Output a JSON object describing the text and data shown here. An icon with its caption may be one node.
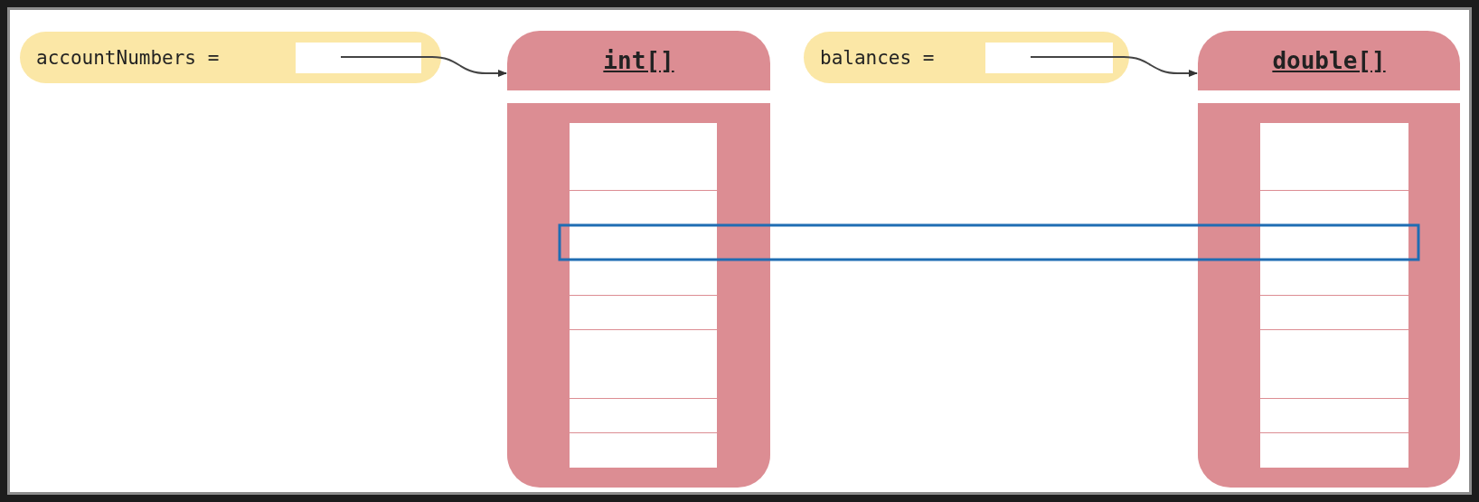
{
  "diagram": {
    "nodes": [
      {
        "text": [
          "accountNumbers ="
        ]
      },
      {
        "text": [],
        "shape": "box",
        "in": 0
      },
      {
        "text": [
          "int[]"
        ]
      },
      {
        "text": [
          "balances ="
        ]
      },
      {
        "text": [],
        "shape": "box",
        "in": 3
      },
      {
        "text": [
          "double[]"
        ]
      }
    ],
    "edges": [
      {
        "from": 1,
        "to": 2,
        "arrow": "to"
      },
      {
        "from": 4,
        "to": 5,
        "arrow": "to"
      }
    ]
  }
}
